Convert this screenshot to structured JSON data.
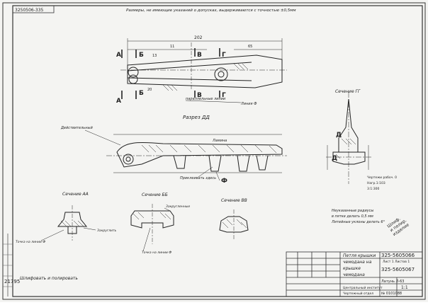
{
  "sheet": {
    "corner_code": "3250506-335",
    "top_note": "Размеры, не имеющие указаний о допусках, выдерживаются с точностью ±0,5мм",
    "overall_length": "202",
    "dims": {
      "d1": "11",
      "d2": "65",
      "d3": "13",
      "d4": "20"
    },
    "parting_note": "параллельные линии",
    "section_labels": {
      "A": "А",
      "B": "Б",
      "V": "В",
      "G": "Г",
      "D": "Д",
      "F": "Ф"
    },
    "section_dd": "Разрез ДД",
    "section_gg": "Сечение ГГ",
    "section_aa": "Сечение АА",
    "section_bb": "Сечение ББ",
    "section_vv": "Сечение ВВ",
    "callouts": {
      "active": "Действительный",
      "lamina": "Ламина",
      "glue_here": "Приклеивать здесь",
      "line_a": "Линия Ф",
      "point_a": "Точка на линии Ф",
      "point_b": "Точка на линии Ф",
      "rounded": "Закругленные",
      "round2": "Закруглить"
    },
    "notes": {
      "line1": "Неуказанные радиусы",
      "line2": "в пятке делать 0,5 мм",
      "line3": "Литейные уклоны делать 6°"
    },
    "side_note": {
      "line1": "Чертежи рабоч. 0",
      "line2": "Нагр.1:103",
      "line3": "3:1:300"
    },
    "handwriting": [
      "Шлиф.",
      "и полир.",
      "изделие"
    ],
    "bottom_note": "Шлифовать и полировать",
    "title_block": {
      "code1": "325-5605066",
      "sub1": "Лист 1 Листов 1",
      "title1": "Петля крышки",
      "title2": "чемодана на",
      "title3": "крышке",
      "title4": "чемодана",
      "code2": "325-5605067",
      "material": "Латунь Л-63",
      "scale": "1:1",
      "org1": "Центральный институт",
      "org2": "Чертежный отдел",
      "org3": "№ 0101088"
    },
    "stamp_number": "21795"
  }
}
